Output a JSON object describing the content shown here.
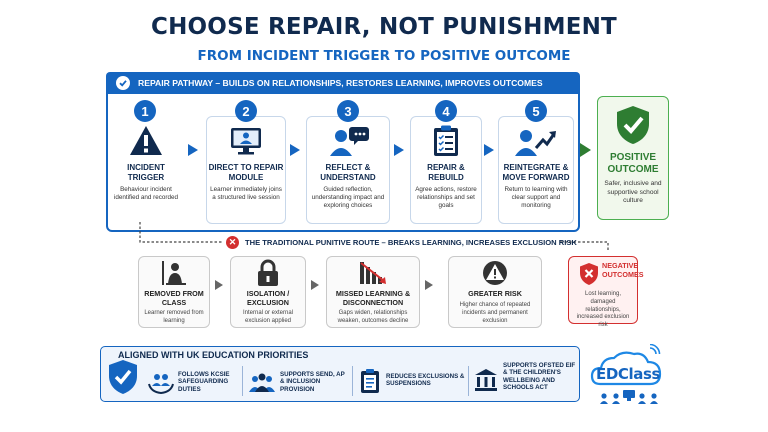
{
  "header": {
    "title": "CHOOSE REPAIR, NOT PUNISHMENT",
    "subtitle": "FROM INCIDENT TRIGGER TO POSITIVE OUTCOME"
  },
  "repair_pathway": {
    "banner": "REPAIR PATHWAY – BUILDS ON RELATIONSHIPS, RESTORES LEARNING, IMPROVES OUTCOMES",
    "steps": [
      {
        "num": "1",
        "title": "INCIDENT TRIGGER",
        "desc": "Behaviour incident identified and recorded",
        "icon": "warning-icon"
      },
      {
        "num": "2",
        "title": "DIRECT TO REPAIR MODULE",
        "desc": "Learner immediately joins a structured live session",
        "icon": "monitor-person-icon"
      },
      {
        "num": "3",
        "title": "REFLECT & UNDERSTAND",
        "desc": "Guided reflection, understanding impact and exploring choices",
        "icon": "person-speech-icon"
      },
      {
        "num": "4",
        "title": "REPAIR & REBUILD",
        "desc": "Agree actions, restore relationships and set goals",
        "icon": "checklist-icon"
      },
      {
        "num": "5",
        "title": "REINTEGRATE & MOVE FORWARD",
        "desc": "Return to learning with clear support and monitoring",
        "icon": "person-growth-icon"
      }
    ],
    "outcome": {
      "title": "POSITIVE OUTCOME",
      "desc": "Safer, inclusive and supportive school culture",
      "icon": "shield-check-icon"
    }
  },
  "punitive_route": {
    "label": "THE TRADITIONAL PUNITIVE ROUTE – BREAKS LEARNING, INCREASES EXCLUSION RISK",
    "steps": [
      {
        "title": "REMOVED FROM CLASS",
        "desc": "Learner removed from learning",
        "icon": "removed-person-icon"
      },
      {
        "title": "ISOLATION / EXCLUSION",
        "desc": "Internal or external exclusion applied",
        "icon": "padlock-icon"
      },
      {
        "title": "MISSED LEARNING & DISCONNECTION",
        "desc": "Gaps widen, relationships weaken, outcomes decline",
        "icon": "declining-chart-icon"
      },
      {
        "title": "GREATER RISK",
        "desc": "Higher chance of repeated incidents and permanent exclusion",
        "icon": "warning-circle-icon"
      }
    ],
    "outcome": {
      "title": "NEGATIVE OUTCOMES",
      "desc": "Lost learning, damaged relationships, increased exclusion risk",
      "icon": "shield-x-icon"
    }
  },
  "alignment": {
    "title": "ALIGNED WITH UK EDUCATION PRIORITIES",
    "items": [
      {
        "text": "FOLLOWS KCSIE SAFEGUARDING DUTIES",
        "icon": "hands-people-icon"
      },
      {
        "text": "SUPPORTS SEND, AP & INCLUSION PROVISION",
        "icon": "group-people-icon"
      },
      {
        "text": "REDUCES EXCLUSIONS & SUSPENSIONS",
        "icon": "clipboard-icon"
      },
      {
        "text": "SUPPORTS OFSTED EIF & THE CHILDREN'S WELLBEING AND SCHOOLS ACT",
        "icon": "institution-icon"
      }
    ]
  },
  "logo": {
    "text": "EDClass"
  },
  "colors": {
    "primary": "#1565c0",
    "navy": "#102a4e",
    "positive": "#2e7d32",
    "negative": "#d32f2f"
  }
}
